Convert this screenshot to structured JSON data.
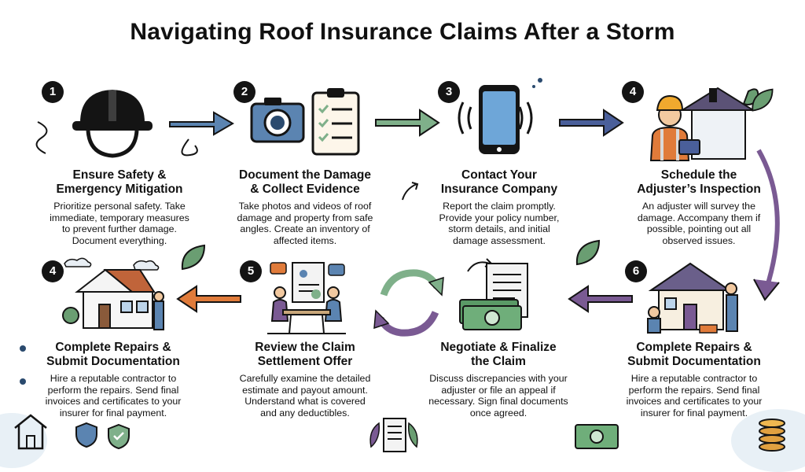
{
  "title": "Navigating Roof Insurance Claims After a Storm",
  "steps": [
    {
      "number": "1",
      "title_line1": "Ensure Safety &",
      "title_line2": "Emergency Mitigation",
      "desc": [
        "Prioritize personal safety. Take",
        "immediate, temporary measures",
        "to prevent further damage.",
        "Document everything."
      ],
      "icon": "hard-hat-icon"
    },
    {
      "number": "2",
      "title_line1": "Document the Damage",
      "title_line2": "& Collect Evidence",
      "desc": [
        "Take photos and videos of roof",
        "damage and property from safe",
        "angles. Create an inventory of",
        "affected items."
      ],
      "icon": "camera-checklist-icon"
    },
    {
      "number": "3",
      "title_line1": "Contact Your",
      "title_line2": "Insurance Company",
      "desc": [
        "Report the claim promptly.",
        "Provide your policy number,",
        "storm details, and initial",
        "damage assessment."
      ],
      "icon": "smartphone-icon"
    },
    {
      "number": "4",
      "title_line1": "Schedule the",
      "title_line2": "Adjuster’s Inspection",
      "desc": [
        "An adjuster will survey the",
        "damage. Accompany them if",
        "possible, pointing out all",
        "observed issues."
      ],
      "icon": "adjuster-icon"
    },
    {
      "number": "6",
      "title_line1": "Complete Repairs &",
      "title_line2": "Submit Documentation",
      "desc": [
        "Hire a reputable contractor to",
        "perform the repairs. Send final",
        "invoices and certificates to your",
        "insurer for final payment."
      ],
      "icon": "house-repair-icon"
    },
    {
      "number": "",
      "title_line1": "Negotiate & Finalize",
      "title_line2": "the Claim",
      "desc": [
        "Discuss discrepancies with your",
        "adjuster or file an appeal if",
        "necessary. Sign final documents",
        "once agreed."
      ],
      "icon": "money-documents-icon"
    },
    {
      "number": "5",
      "title_line1": "Review the Claim",
      "title_line2": "Settlement Offer",
      "desc": [
        "Carefully examine the detailed",
        "estimate and payout amount.",
        "Understand what is covered",
        "and any deductibles."
      ],
      "icon": "meeting-icon"
    },
    {
      "number": "4",
      "title_line1": "Complete Repairs &",
      "title_line2": "Submit Documentation",
      "desc": [
        "Hire a reputable contractor to",
        "perform the repairs. Send final",
        "invoices and certificates to your",
        "insurer for final payment."
      ],
      "icon": "house-icon"
    }
  ],
  "colors": {
    "blue": "#5b84b1",
    "green": "#7fb08a",
    "purple": "#7a5a93",
    "orange": "#e07b3a",
    "leaf": "#6a9e72"
  }
}
